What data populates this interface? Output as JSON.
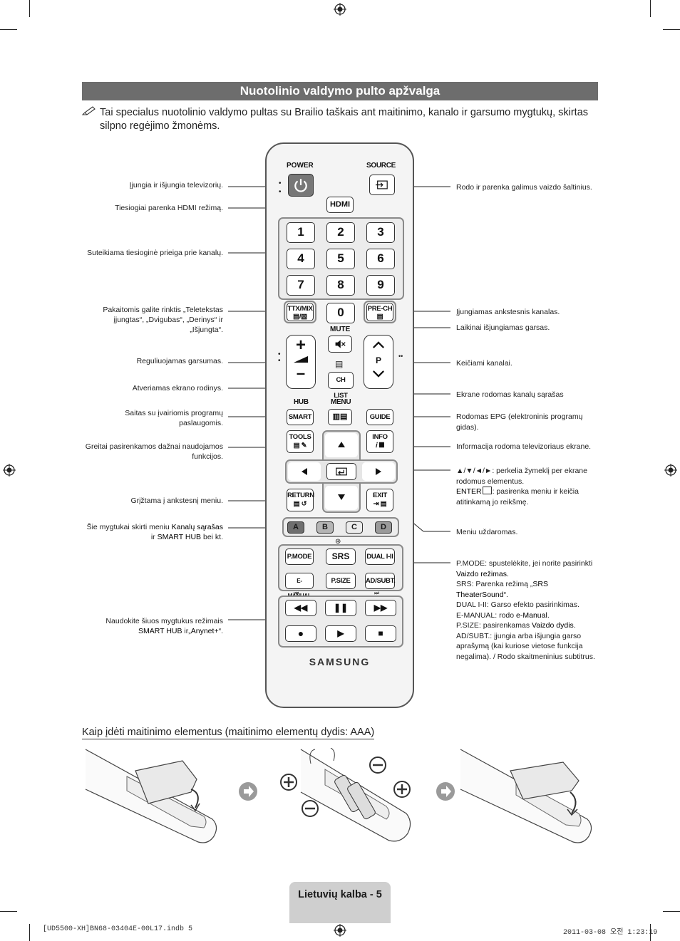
{
  "page": {
    "title": "Nuotolinio valdymo pulto apžvalga",
    "note": "Tai specialus nuotolinio valdymo pultas su Brailio taškais ant maitinimo, kanalo ir garsumo mygtukų, skirtas silpno regėjimo žmonėms.",
    "battery_heading": "Kaip įdėti maitinimo elementus (maitinimo elementų dydis: AAA)",
    "page_label": "Lietuvių kalba - 5",
    "footer_left": "[UD5500-XH]BN68-03404E-00L17.indb   5",
    "footer_right": "2011-03-08   오전 1:23:19"
  },
  "remote": {
    "power": "POWER",
    "source": "SOURCE",
    "hdmi": "HDMI",
    "digits": [
      "1",
      "2",
      "3",
      "4",
      "5",
      "6",
      "7",
      "8",
      "9",
      "0"
    ],
    "ttx": "TTX/MIX",
    "prech": "PRE-CH",
    "mute": "MUTE",
    "p": "P",
    "chlist": "CH LIST",
    "hub": "HUB",
    "menu": "MENU",
    "smart": "SMART",
    "guide": "GUIDE",
    "tools": "TOOLS",
    "info": "INFO",
    "return": "RETURN",
    "exit": "EXIT",
    "colors": [
      "A",
      "B",
      "C",
      "D"
    ],
    "pmode": "P.MODE",
    "srs": "SRS",
    "dual": "DUAL I-II",
    "emanual": "E-MANUAL",
    "psize": "P.SIZE",
    "adsubt": "AD/SUBT.",
    "brand": "SAMSUNG"
  },
  "left_labels": {
    "power": "Įjungia ir išjungia televizorių.",
    "hdmi": "Tiesiogiai parenka HDMI režimą.",
    "digits": "Suteikiama tiesioginė prieiga prie kanalų.",
    "ttx_1": "Pakaitomis galite rinktis „Teletekstas",
    "ttx_2": "įjungtas“, „Dvigubas“, „Derinys“ ir",
    "ttx_3": "„Išjungta“.",
    "volume": "Reguliuojamas garsumas.",
    "menu": "Atveriamas ekrano rodinys.",
    "smart_1": "Saitas su įvairiomis programų",
    "smart_2": "paslaugomis.",
    "tools_1": "Greitai pasirenkamos dažnai naudojamos",
    "tools_2": "funkcijos.",
    "return": "Grįžtama į ankstesnį meniu.",
    "colors_1": "Šie mygtukai skirti meniu ",
    "colors_1b": "Kanalų sąrašas",
    "colors_2a": "ir ",
    "colors_2b": "SMART HUB",
    "colors_2c": " bei kt.",
    "media_1": "Naudokite šiuos mygtukus režimais",
    "media_2a": "SMART HUB",
    "media_2b": " ir„",
    "media_2c": "Anynet+",
    "media_2d": "“."
  },
  "right_labels": {
    "source": "Rodo ir parenka galimus vaizdo šaltinius.",
    "prech": "Įjungiamas ankstesnis kanalas.",
    "mute": "Laikinai išjungiamas garsas.",
    "channel": "Keičiami kanalai.",
    "chlist": "Ekrane rodomas kanalų sąrašas",
    "guide_1": "Rodomas EPG (elektroninis programų",
    "guide_2": "gidas).",
    "info": "Informacija rodoma televizoriaus ekrane.",
    "nav_1": "▲/▼/◄/►: perkelia žymeklį per ekrane",
    "nav_2": "rodomus elementus.",
    "nav_3a": "ENTER",
    "nav_3b": ": pasirenka meniu ir keičia",
    "nav_4": "atitinkamą jo reikšmę.",
    "exit": "Meniu uždaromas.",
    "pm_1a": "P.MODE",
    "pm_1b": ": spustelėkite, jei norite pasirinkti",
    "pm_2": "Vaizdo režimas.",
    "pm_3a": "SRS",
    "pm_3b": ": Parenka režimą „",
    "pm_3c": "SRS",
    "pm_4a": "TheaterSound",
    "pm_4b": "“.",
    "pm_5a": "DUAL I-II",
    "pm_5b": ": Garso efekto pasirinkimas.",
    "pm_6a": "E-MANUAL",
    "pm_6b": ": rodo ",
    "pm_6c": "e-Manual",
    "pm_6d": ".",
    "pm_7a": "P.SIZE",
    "pm_7b": ": pasirenkamas ",
    "pm_7c": "Vaizdo dydis",
    "pm_7d": ".",
    "pm_8a": "AD/SUBT.",
    "pm_8b": ": įjungia arba išjungia garso",
    "pm_9": "aprašymą (kai kuriose vietose funkcija",
    "pm_10": "negalima). / Rodo skaitmeninius subtitrus."
  }
}
